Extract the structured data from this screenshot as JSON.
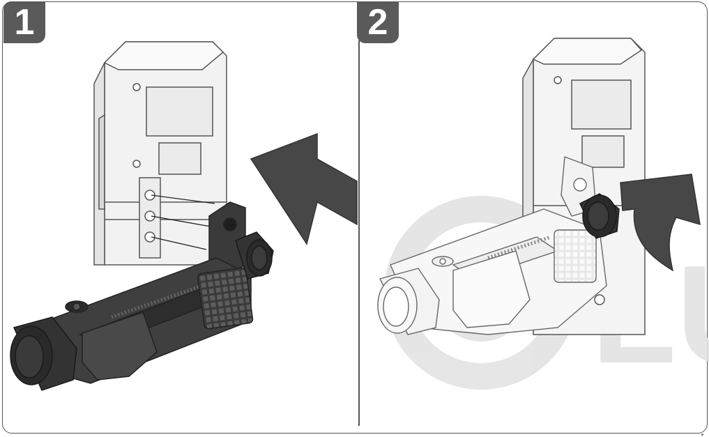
{
  "steps": [
    {
      "number": "1"
    },
    {
      "number": "2"
    }
  ],
  "watermark": "LU",
  "colors": {
    "badge": "#5a5a5a",
    "arrow": "#474747",
    "bracket_dark": "#3a3a3a",
    "device_light": "#f2f2f2",
    "outline": "#555555"
  }
}
